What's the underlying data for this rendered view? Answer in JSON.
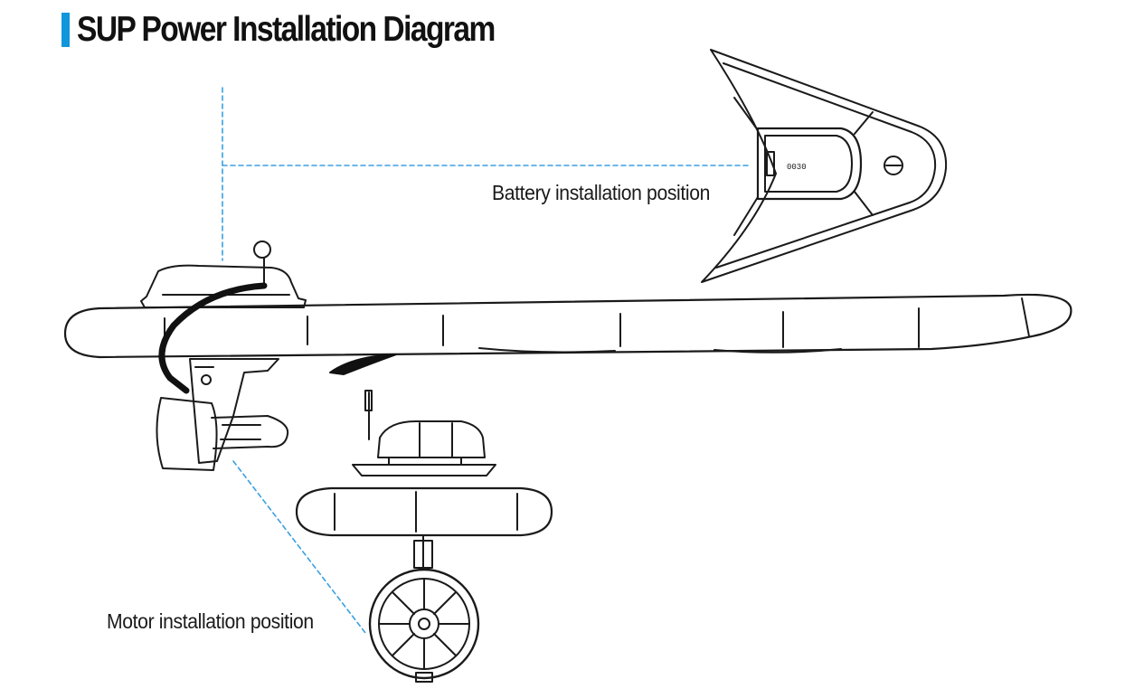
{
  "diagram": {
    "title": "SUP Power Installation Diagram",
    "battery_label": "Battery installation position",
    "motor_label": "Motor installation position",
    "battery_display": "0030",
    "colors": {
      "accent": "#1296db",
      "leader_line": "#3aa0e0",
      "outline": "#1a1a1a",
      "cable": "#111111"
    }
  }
}
